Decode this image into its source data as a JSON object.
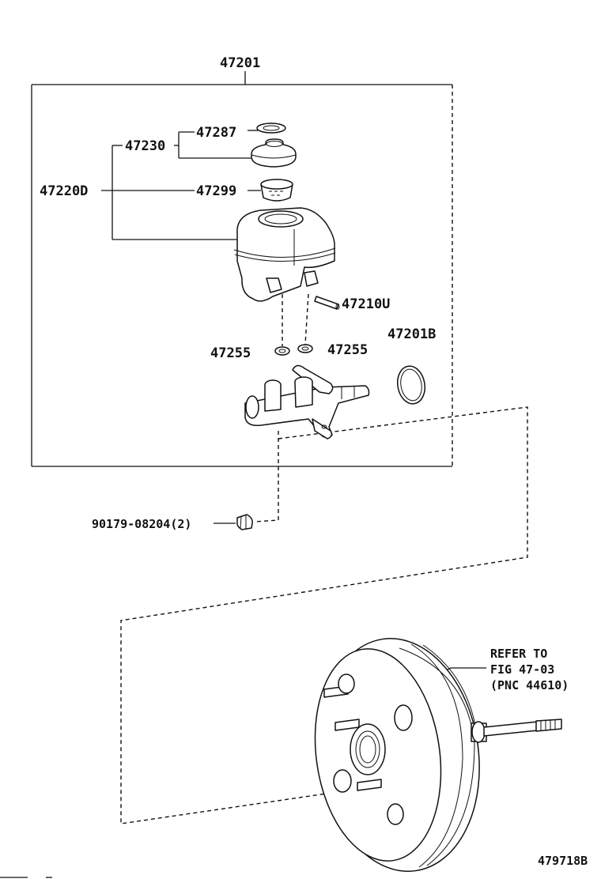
{
  "labels": {
    "assembly": "47201",
    "reservoir_set": "47230",
    "cap_gasket": "47287",
    "reservoir_sub": "47220D",
    "strainer": "47299",
    "pin": "47210U",
    "grommet_left": "47255",
    "grommet_right": "47255",
    "ring": "47201B",
    "nut": "90179-08204(2)",
    "refer_line1": "REFER TO",
    "refer_line2": "FIG 47-03",
    "refer_line3": "(PNC 44610)",
    "figure_id": "479718B"
  },
  "icons": {
    "cap_gasket": "o-ring-icon",
    "cap": "reservoir-cap-icon",
    "strainer": "strainer-icon",
    "reservoir": "reservoir-tank-icon",
    "pin": "pin-icon",
    "grommet": "grommet-icon",
    "ring": "o-ring-icon",
    "cylinder": "master-cylinder-icon",
    "nut": "nut-icon",
    "booster": "brake-booster-icon"
  },
  "colors": {
    "ink": "#111111",
    "background": "#ffffff"
  }
}
